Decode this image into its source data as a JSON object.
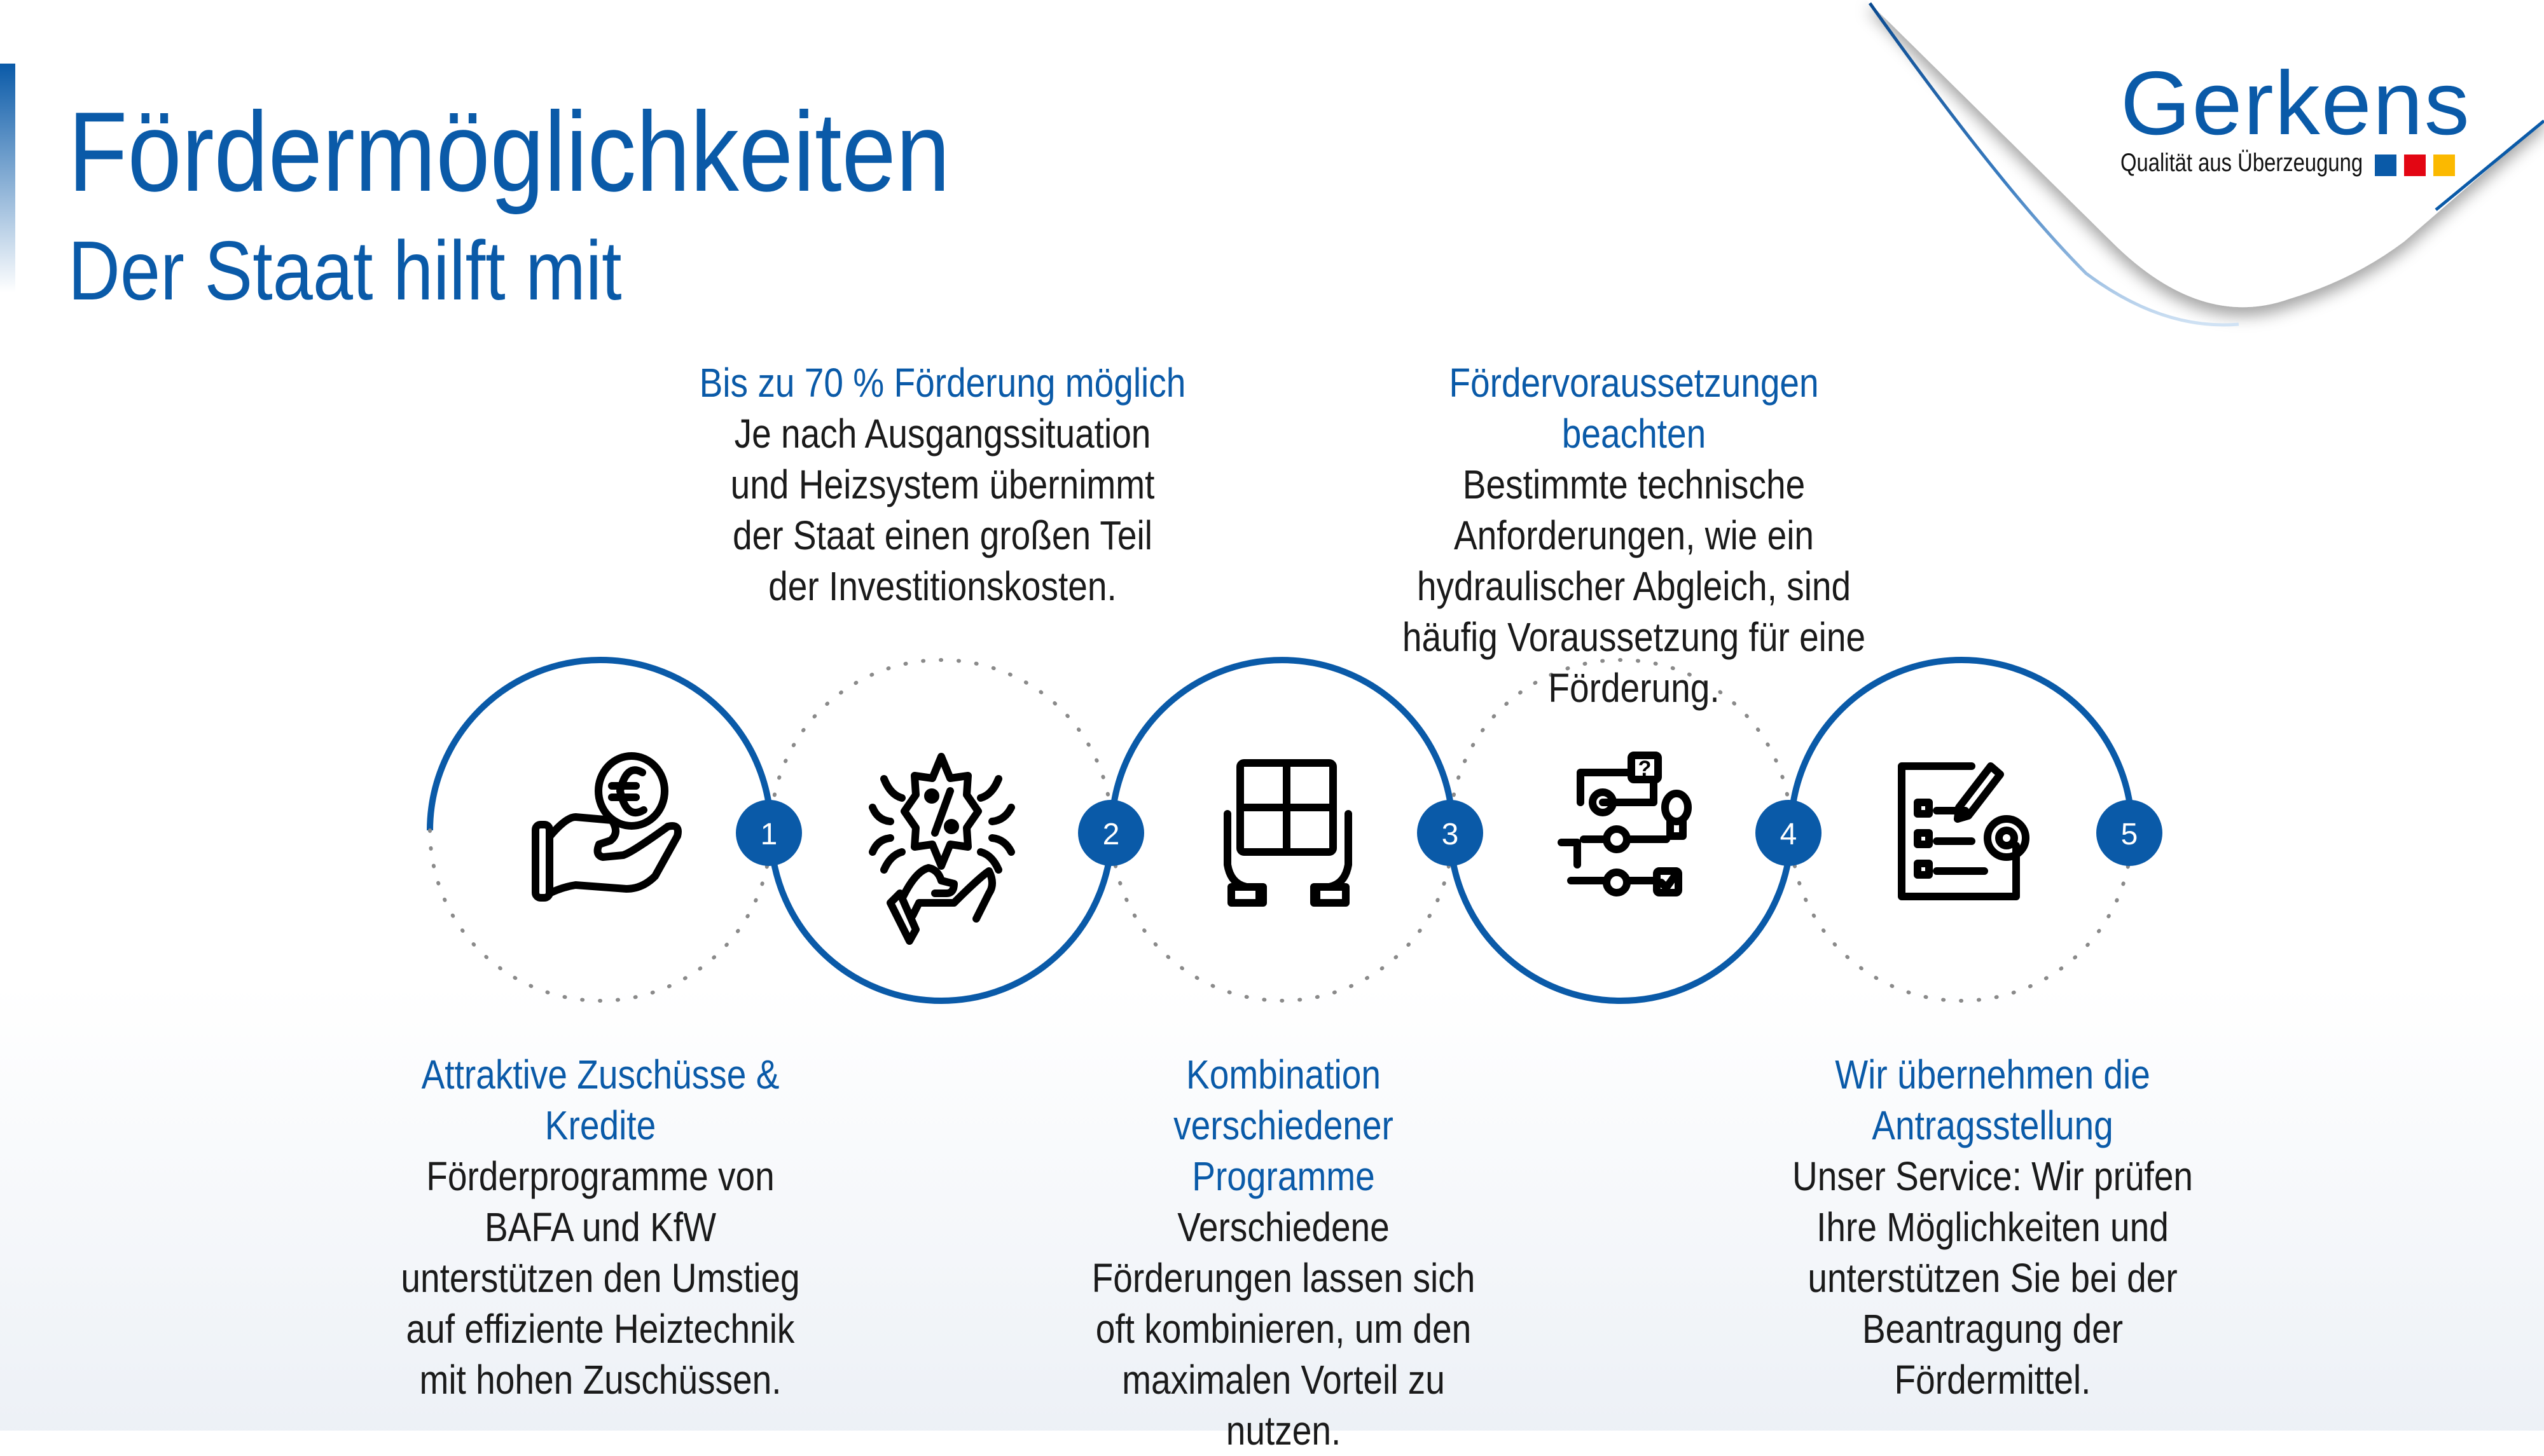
{
  "header": {
    "title": "Fördermöglichkeiten",
    "subtitle": "Der Staat hilft mit"
  },
  "logo": {
    "name": "Gerkens",
    "tagline": "Qualität aus Überzeugung",
    "colors": [
      "#0a5aa8",
      "#e30613",
      "#fbb900"
    ]
  },
  "colors": {
    "accent": "#0a5aa8",
    "text": "#1a1a1a",
    "dots": "#8a8a8a"
  },
  "steps": [
    {
      "number": "1",
      "icon": "hand-euro-coin-icon",
      "title": "Attraktive Zuschüsse & Kredite",
      "text": "Förderprogramme von BAFA und KfW unterstützen den Umstieg auf effiziente Heiztechnik mit hohen Zuschüssen."
    },
    {
      "number": "2",
      "icon": "hand-percent-badge-icon",
      "title": "Bis zu 70 % Förderung möglich",
      "text": "Je nach Ausgangssituation und Heizsystem übernimmt der Staat einen großen Teil der Investitionskosten."
    },
    {
      "number": "3",
      "icon": "hands-puzzle-icon",
      "title": "Kombination verschiedener Programme",
      "text": "Verschiedene Förderungen lassen sich oft kombinieren, um den maximalen Vorteil zu nutzen."
    },
    {
      "number": "4",
      "icon": "process-gears-icon",
      "title": "Fördervoraussetzungen beachten",
      "text": "Bestimmte technische Anforderungen, wie ein hydraulischer Abgleich, sind häufig Voraussetzung für eine Förderung."
    },
    {
      "number": "5",
      "icon": "checklist-gear-icon",
      "title": "Wir übernehmen die Antragsstellung",
      "text": "Unser Service: Wir prüfen Ihre Möglichkeiten und unterstützen Sie bei der Beantragung der Fördermittel."
    }
  ]
}
